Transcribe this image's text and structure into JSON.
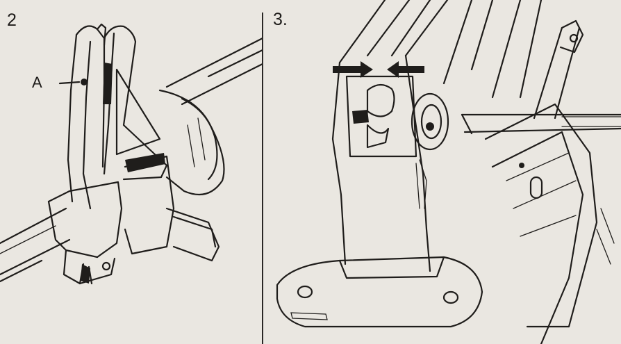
{
  "figures": {
    "left": {
      "number": "2",
      "callout": "A"
    },
    "right": {
      "number": "3."
    }
  },
  "colors": {
    "paper": "#eae7e1",
    "ink": "#1f1d1b"
  }
}
